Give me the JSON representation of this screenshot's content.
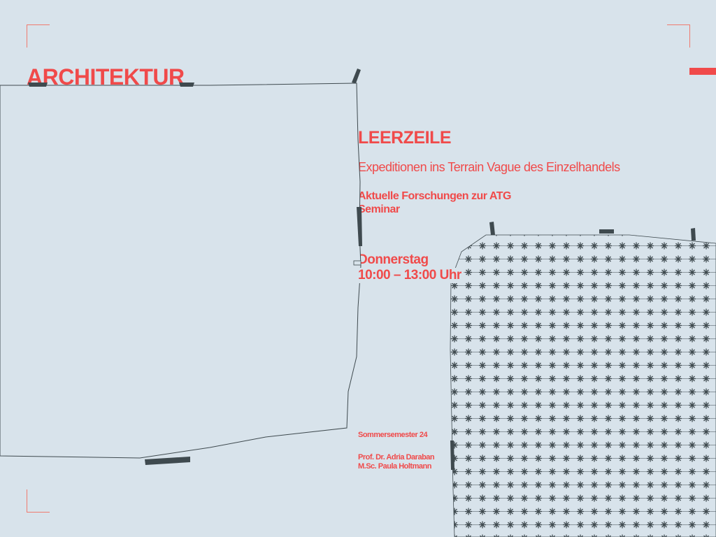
{
  "header": {
    "label": "ARCHITEKTUR"
  },
  "event": {
    "title": "LEERZEILE",
    "subtitle": "Expeditionen ins Terrain Vague des Einzelhandels",
    "line1": "Aktuelle Forschungen zur ATG",
    "line2": "Seminar",
    "day": "Donnerstag",
    "time": "10:00 – 13:00 Uhr"
  },
  "footer": {
    "semester": "Sommersemester 24",
    "lecturer1": "Prof. Dr. Adria Daraban",
    "lecturer2": "M.Sc. Paula Holtmann"
  },
  "colors": {
    "background": "#d8e3eb",
    "accent": "#f04a4a",
    "dark": "#3f4a4f"
  }
}
